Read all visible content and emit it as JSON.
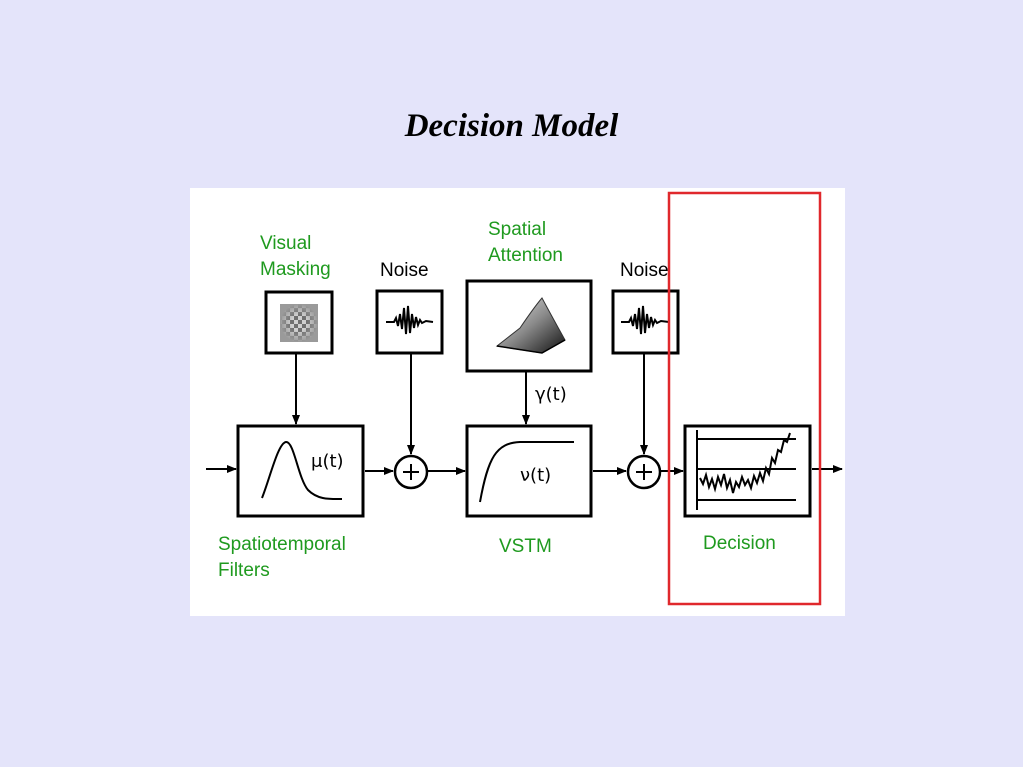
{
  "slide": {
    "title": "Decision Model"
  },
  "labels": {
    "visual_masking": [
      "Visual",
      "Masking"
    ],
    "noise_1": "Noise",
    "spatial_attention": [
      "Spatial",
      "Attention"
    ],
    "noise_2": "Noise",
    "spatiotemporal_filters": [
      "Spatiotemporal",
      "Filters"
    ],
    "vstm": "VSTM",
    "decision": "Decision"
  },
  "symbols": {
    "mu": "μ(t)",
    "gamma": "γ(t)",
    "nu": "ν(t)",
    "plus": "+"
  },
  "colors": {
    "background": "#e4e4fa",
    "label_green": "#1f9a1f",
    "highlight_red": "#e0282c"
  }
}
